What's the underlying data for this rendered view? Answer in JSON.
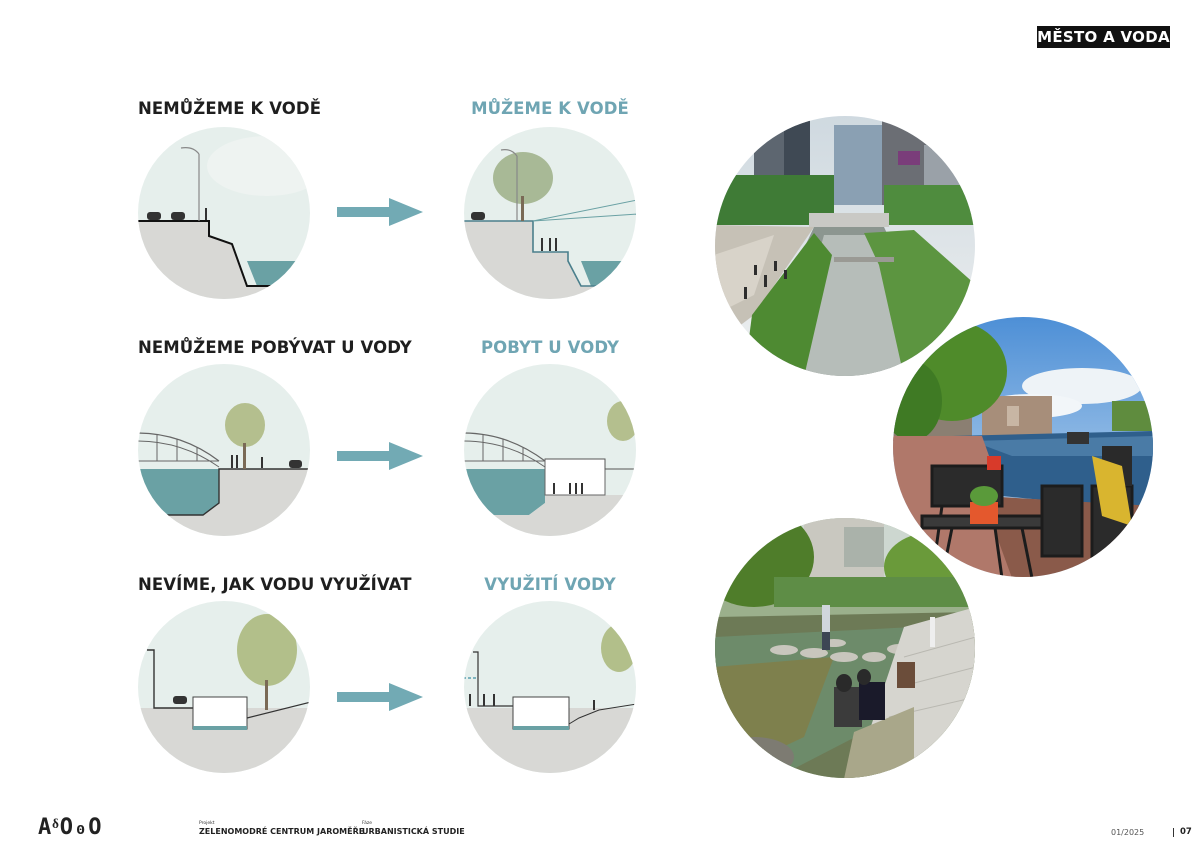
{
  "header": {
    "tag": "MĚSTO A VODA"
  },
  "rows": [
    {
      "before": "NEMŮŽEME K VODĚ",
      "after": "MŮŽEME K VODĚ"
    },
    {
      "before": "NEMŮŽEME POBÝVAT U VODY",
      "after": "POBYT U VODY"
    },
    {
      "before": "NEVÍME, JAK VODU VYUŽÍVAT",
      "after": "VYUŽITÍ VODY"
    }
  ],
  "colors": {
    "accent_teal": "#6fa5b3",
    "water": "#6aa1a4",
    "sky": "#e6efec",
    "ground": "#d8d8d5",
    "arrow": "#72aab4"
  },
  "footer": {
    "logo": "AᵟO₀O",
    "project_label": "Projekt",
    "project": "ZELENOMODRÉ CENTRUM JAROMĚŘE",
    "phase_label": "Fáze",
    "phase": "URBANISTICKÁ STUDIE",
    "date": "01/2025",
    "page": "07"
  }
}
